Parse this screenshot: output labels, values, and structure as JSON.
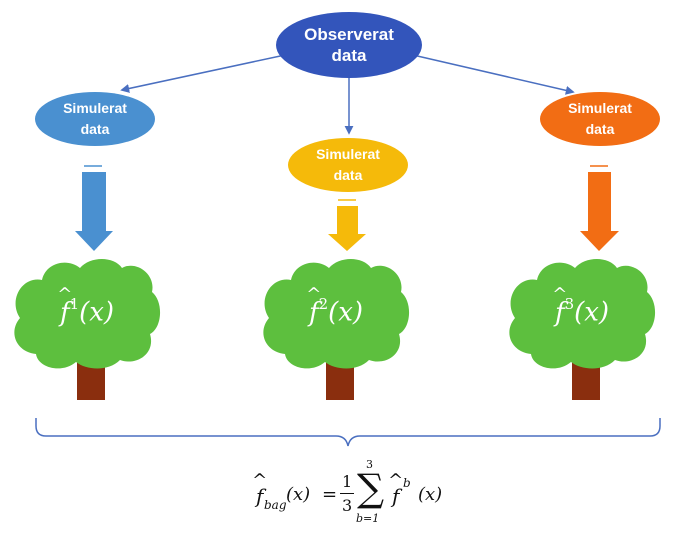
{
  "nodes": {
    "observed": {
      "line1": "Observerat",
      "line2": "data",
      "color": "#3355BB"
    },
    "left": {
      "line1": "Simulerat",
      "line2": "data",
      "color": "#4A90D0"
    },
    "middle": {
      "line1": "Simulerat",
      "line2": "data",
      "color": "#F5BA0A"
    },
    "right": {
      "line1": "Simulerat",
      "line2": "data",
      "color": "#F26D14"
    }
  },
  "trees": [
    {
      "superscript": "1",
      "color": "#5DBF3E",
      "trunk_color": "#8A2E0E"
    },
    {
      "superscript": "2",
      "color": "#5DBF3E",
      "trunk_color": "#8A2E0E"
    },
    {
      "superscript": "3",
      "color": "#5DBF3E",
      "trunk_color": "#8A2E0E"
    }
  ],
  "tree_function": {
    "f": "f",
    "x": "(x)"
  },
  "formula": {
    "lhs_f": "f",
    "lhs_sub": "bag",
    "lhs_x": "(x)",
    "equals": "=",
    "frac_num": "1",
    "frac_den": "3",
    "sum_upper": "3",
    "sum_lower": "b=1",
    "rhs_f": "f",
    "rhs_sup": "b",
    "rhs_x": "(x)"
  },
  "colors": {
    "connector": "#4A6FC0",
    "brace": "#4A6FC0"
  }
}
